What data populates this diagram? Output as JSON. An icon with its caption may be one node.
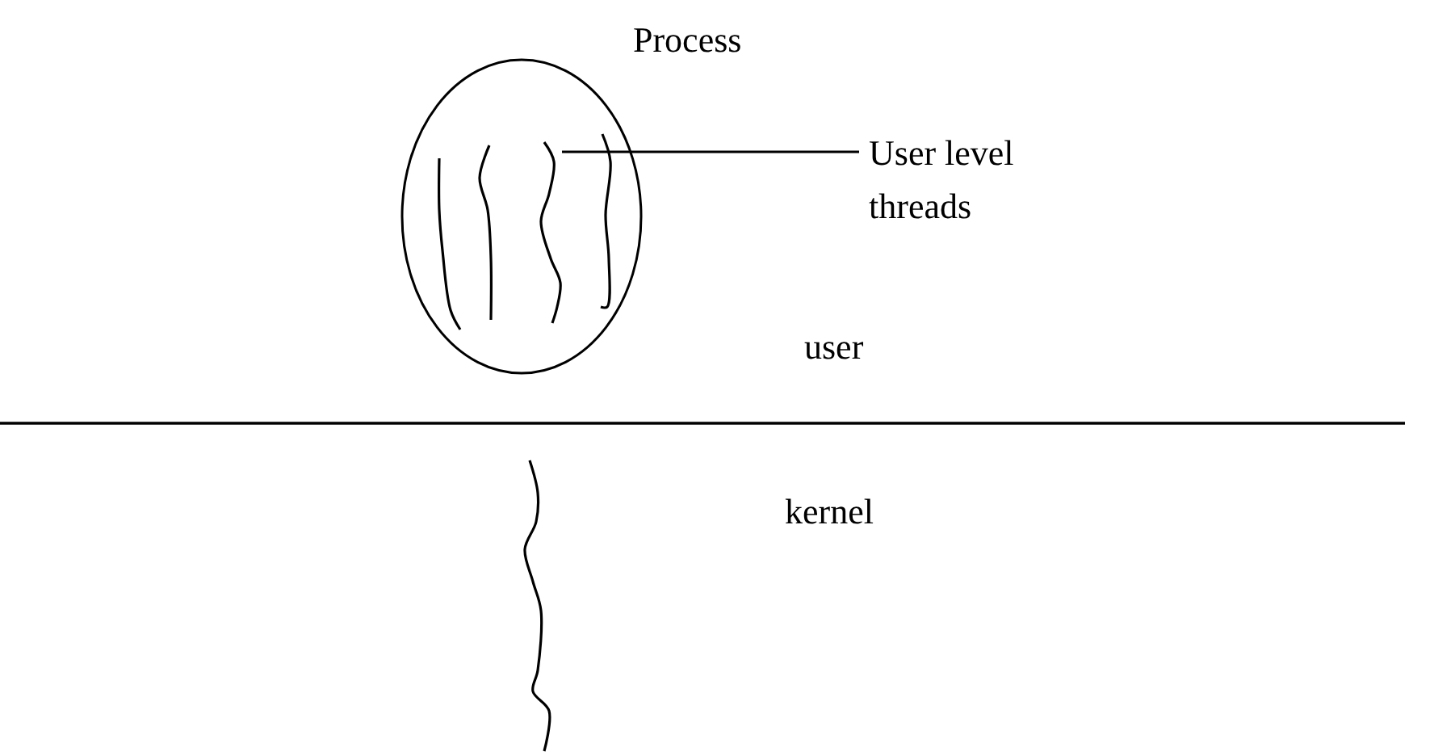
{
  "diagram": {
    "nodes": [
      {
        "text": [
          "Process"
        ]
      },
      {
        "text": [],
        "shape": "line",
        "in": 0
      },
      {
        "text": [],
        "shape": "line",
        "in": 0
      },
      {
        "text": [],
        "shape": "line",
        "in": 0
      },
      {
        "text": [],
        "shape": "line",
        "in": 0
      },
      {
        "text": [
          "User level threads"
        ]
      }
    ],
    "edges": [
      {
        "from": 5,
        "to": 3,
        "arrow": "none"
      }
    ],
    "labels": [
      "user",
      "kernel"
    ]
  }
}
